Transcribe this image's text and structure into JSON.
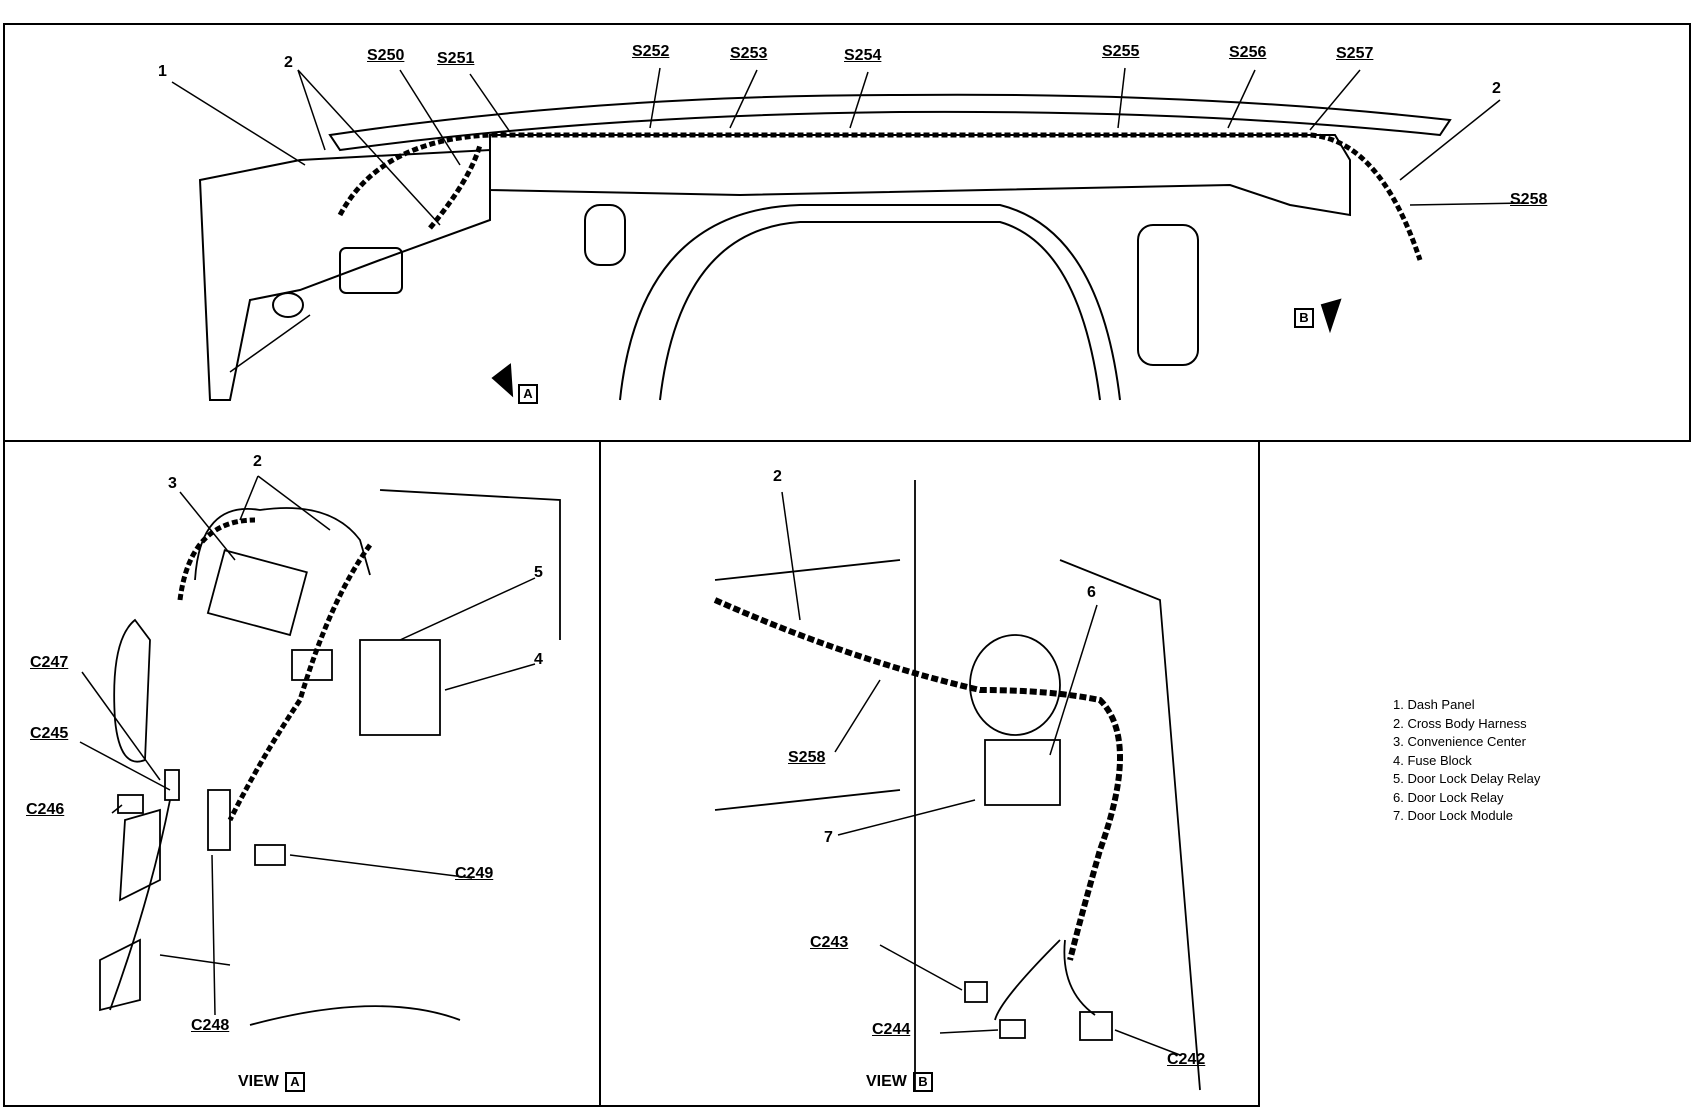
{
  "top_view": {
    "callouts": [
      "1",
      "2",
      "2"
    ],
    "splices": [
      "S250",
      "S251",
      "S252",
      "S253",
      "S254",
      "S255",
      "S256",
      "S257",
      "S258"
    ],
    "view_markers": [
      "A",
      "B"
    ]
  },
  "view_a": {
    "title": "VIEW",
    "marker": "A",
    "callouts": [
      "2",
      "3",
      "5",
      "4"
    ],
    "connectors": [
      "C247",
      "C245",
      "C246",
      "C249",
      "C248"
    ]
  },
  "view_b": {
    "title": "VIEW",
    "marker": "B",
    "callouts": [
      "2",
      "6",
      "7"
    ],
    "splices": [
      "S258"
    ],
    "connectors": [
      "C243",
      "C244",
      "C242"
    ]
  },
  "legend": [
    "1. Dash Panel",
    "2. Cross Body Harness",
    "3. Convenience Center",
    "4. Fuse Block",
    "5. Door Lock Delay Relay",
    "6. Door Lock Relay",
    "7. Door Lock Module"
  ]
}
